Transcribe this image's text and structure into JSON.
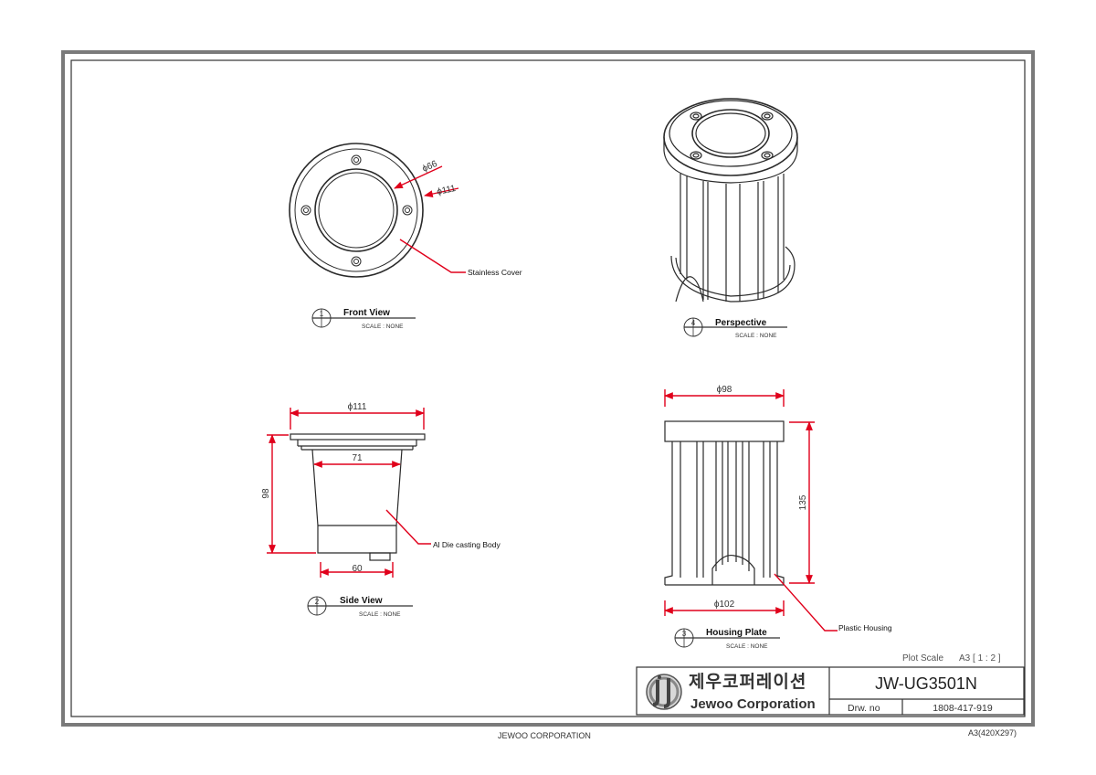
{
  "views": {
    "front": {
      "number": "1",
      "title": "Front View",
      "scale": "SCALE : NONE"
    },
    "side": {
      "number": "2",
      "title": "Side View",
      "scale": "SCALE : NONE"
    },
    "housing": {
      "number": "3",
      "title": "Housing Plate",
      "scale": "SCALE : NONE"
    },
    "perspective": {
      "number": "4",
      "title": "Perspective",
      "scale": "SCALE : NONE"
    }
  },
  "dimensions": {
    "front_inner": "ϕ66",
    "front_outer": "ϕ111",
    "side_top": "ϕ111",
    "side_inner": "71",
    "side_height": "98",
    "side_bottom": "60",
    "housing_top": "ϕ98",
    "housing_height": "135",
    "housing_bottom": "ϕ102"
  },
  "callouts": {
    "stainless_cover": "Stainless Cover",
    "al_body": "Al Die casting Body",
    "plastic_housing": "Plastic Housing"
  },
  "title_block": {
    "plot_scale_label": "Plot Scale",
    "plot_scale_value": "A3 [ 1 : 2 ]",
    "company_ko": "제우코퍼레이션",
    "company_en": "Jewoo Corporation",
    "model": "JW-UG3501N",
    "drw_no_label": "Drw. no",
    "drw_no_value": "1808-417-919"
  },
  "footer": {
    "left": "JEWOO CORPORATION",
    "right": "A3(420X297)"
  },
  "colors": {
    "frame": "#7a7a7a",
    "line": "#2a2a2a",
    "dimension": "#e0001b"
  }
}
